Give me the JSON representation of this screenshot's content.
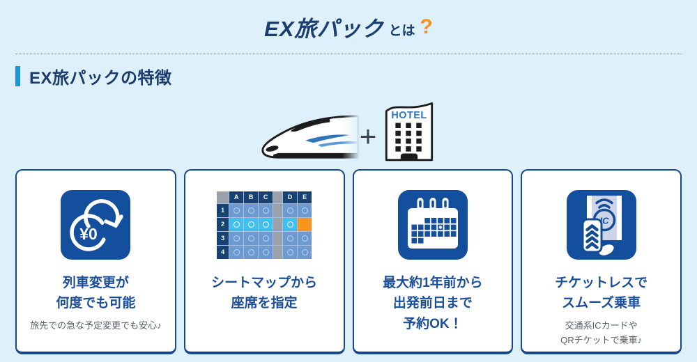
{
  "hero": {
    "title_main": "EX旅パック",
    "title_suffix": "とは",
    "question_mark": "?"
  },
  "section": {
    "heading": "EX旅パックの特徴"
  },
  "illustration": {
    "plus": "+",
    "hotel_label": "HOTEL"
  },
  "features": [
    {
      "icon": "train-change-yen-zero-icon",
      "icon_label": "¥0",
      "title": "列車変更が\n何度でも可能",
      "subtitle": "旅先での急な予定変更でも安心♪"
    },
    {
      "icon": "seatmap-icon",
      "title": "シートマップから\n座席を指定",
      "subtitle": ""
    },
    {
      "icon": "calendar-icon",
      "title": "最大約1年前から\n出発前日まで\n予約OK！",
      "subtitle": ""
    },
    {
      "icon": "ic-card-reader-icon",
      "icon_label": "IC",
      "title": "チケットレスで\nスムーズ乗車",
      "subtitle": "交通系ICカードや\nQRチケットで乗車♪"
    }
  ],
  "seatmap": {
    "col_headers": [
      "A",
      "B",
      "C",
      "D",
      "E"
    ],
    "row_labels": [
      "1",
      "2",
      "3",
      "4"
    ],
    "aisle_after": "C",
    "highlight_row": "2",
    "selected_seat": "2E"
  },
  "colors": {
    "page_background": "#def0f9",
    "heading_navy": "#1b3c6e",
    "accent_cyan": "#1e96d2",
    "accent_orange": "#f6911e",
    "card_border": "#17488f",
    "icon_blue": "#134f9c",
    "seat_blue": "#6d9ad0",
    "seat_highlight": "#3fc0ef",
    "seat_selected": "#f7941e"
  }
}
